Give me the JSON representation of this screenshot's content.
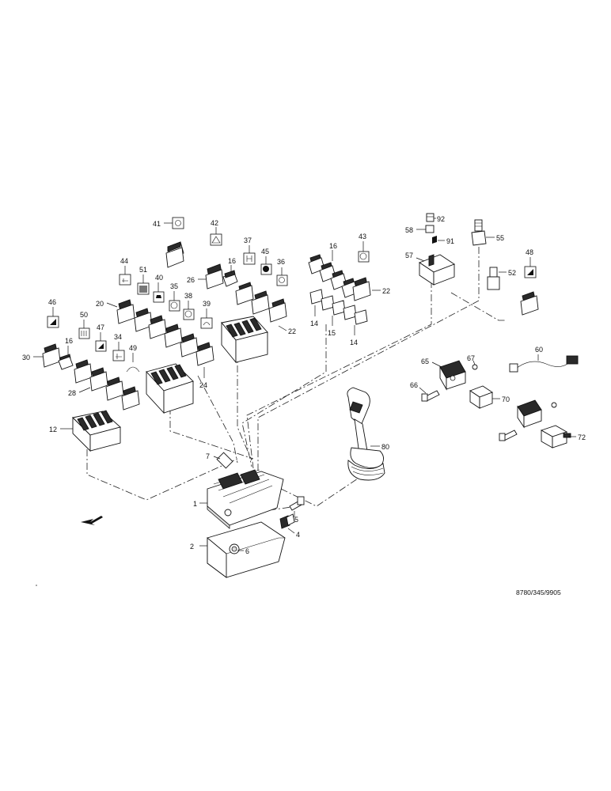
{
  "callouts": {
    "c41": "41",
    "c42": "42",
    "c37": "37",
    "c45": "45",
    "c36": "36",
    "c16a": "16",
    "c26": "26",
    "c44": "44",
    "c51": "51",
    "c40": "40",
    "c35": "35",
    "c38": "38",
    "c39": "39",
    "c20": "20",
    "c46": "46",
    "c50": "50",
    "c47": "47",
    "c34": "34",
    "c49": "49",
    "c16b": "16",
    "c30": "30",
    "c28": "28",
    "c24": "24",
    "c22a": "22",
    "c12": "12",
    "c16c": "16",
    "c43": "43",
    "c22b": "22",
    "c14a": "14",
    "c15": "15",
    "c14b": "14",
    "c92": "92",
    "c58": "58",
    "c91": "91",
    "c55": "55",
    "c57": "57",
    "c52": "52",
    "c48": "48",
    "c60": "60",
    "c65": "65",
    "c67": "67",
    "c66": "66",
    "c70": "70",
    "c72": "72",
    "c80": "80",
    "c7": "7",
    "c1": "1",
    "c5": "5",
    "c4": "4",
    "c2": "2",
    "c6": "6"
  },
  "reference": "8780/345/9905"
}
